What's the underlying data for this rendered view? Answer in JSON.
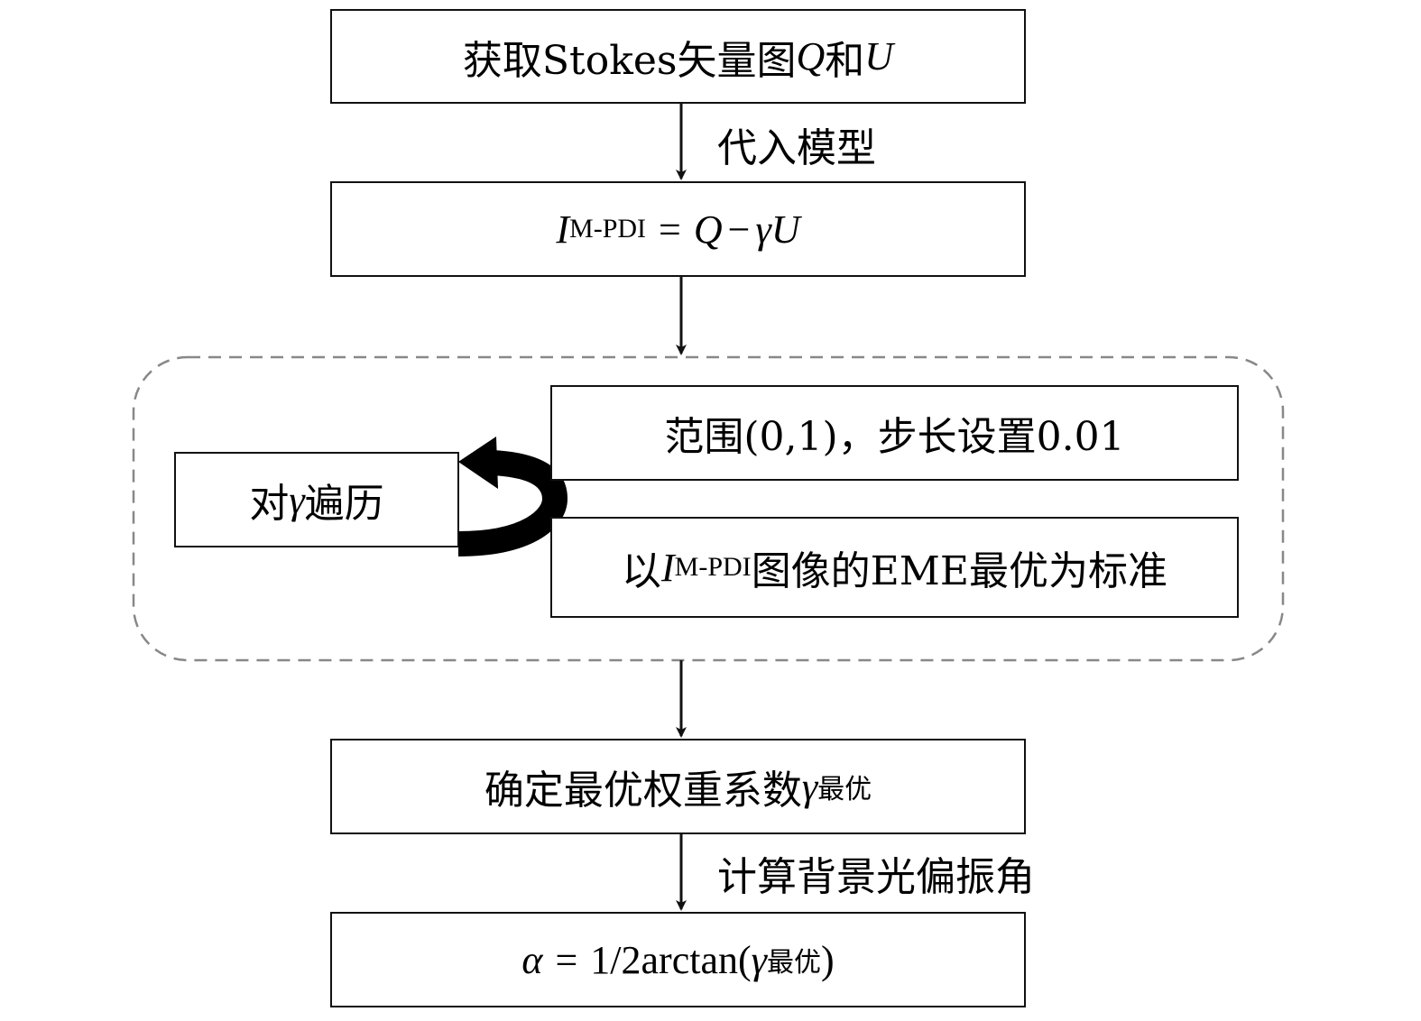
{
  "flowchart": {
    "step1": {
      "prefix": "获取Stokes矢量图",
      "q": "Q",
      "and": "和",
      "u": "U"
    },
    "edge1_label": "代入模型",
    "step2": {
      "I": "I",
      "I_sub": "M-PDI",
      "eq": "=",
      "q": "Q",
      "minus": "−",
      "gamma": "γ",
      "u": "U"
    },
    "loop": {
      "traverse": {
        "prefix": "对",
        "gamma": "γ",
        "suffix": "遍历"
      },
      "range_text": "范围(0,1)，步长设置0.01",
      "criterion": {
        "prefix": "以",
        "I": "I",
        "I_sub": "M-PDI",
        "suffix": "图像的EME最优为标准"
      }
    },
    "step4": {
      "text": "确定最优权重系数 ",
      "gamma": "γ",
      "gamma_sub": "最优"
    },
    "edge4_label": "计算背景光偏振角",
    "step5": {
      "alpha": "α",
      "eq": "=",
      "expr": "1/2arctan(",
      "gamma": "γ",
      "gamma_sub": "最优",
      "close": ")"
    }
  },
  "colors": {
    "stroke": "#111111",
    "dashed_border": "#888888",
    "background": "#ffffff"
  }
}
